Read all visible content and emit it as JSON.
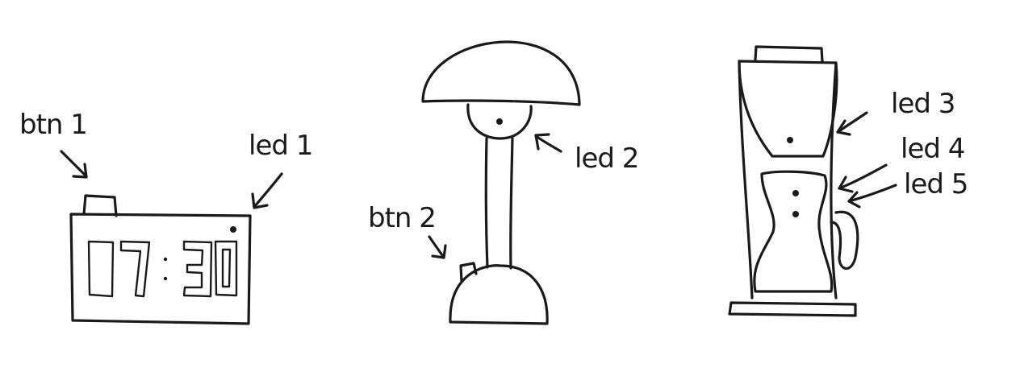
{
  "clock": {
    "button_label": "btn 1",
    "led_label": "led 1",
    "display_hours": "07",
    "display_separator": ":",
    "display_minutes": "30"
  },
  "lamp": {
    "button_label": "btn 2",
    "led_label": "led 2"
  },
  "coffee_maker": {
    "led_labels": [
      "led 3",
      "led 4",
      "led 5"
    ]
  },
  "colors": {
    "ink": "#1a1a1a",
    "paper": "#ffffff"
  }
}
